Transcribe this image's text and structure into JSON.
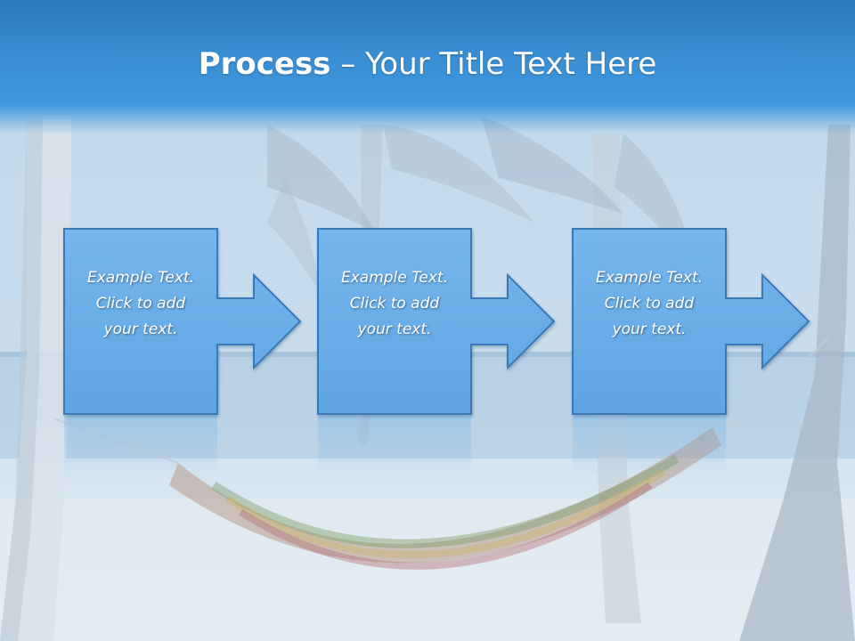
{
  "title": {
    "bold": "Process",
    "rest": " – Your Title Text Here"
  },
  "steps": [
    {
      "text": "Example Text.\nClick  to add\nyour text."
    },
    {
      "text": "Example Text.\nClick  to add\nyour text."
    },
    {
      "text": "Example Text.\nClick  to add\nyour text."
    }
  ],
  "colors": {
    "box_fill": "#6aaee8",
    "box_stroke": "#3a78b8",
    "title_band": "#3a8fd4",
    "text": "#ffffff"
  }
}
